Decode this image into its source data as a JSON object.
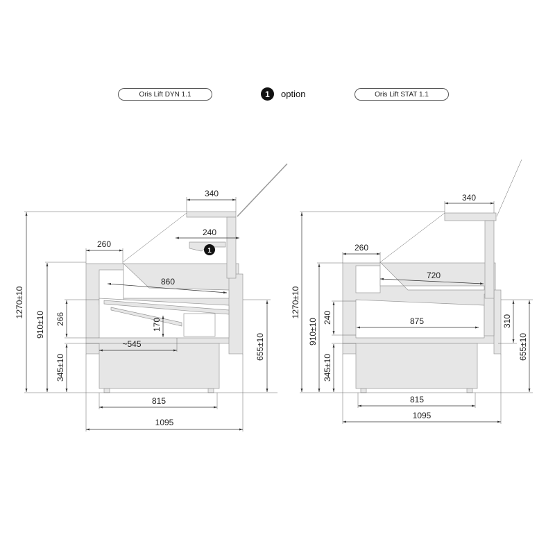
{
  "header": {
    "left_model": "Oris Lift DYN 1.1",
    "option_number": "1",
    "option_label": "option",
    "right_model": "Oris Lift STAT 1.1"
  },
  "left_drawing": {
    "dims": {
      "canopy_depth": "340",
      "shelf_depth": "240",
      "top_depth": "260",
      "glass_depth": "860",
      "total_height": "1270±10",
      "counter_height": "910±10",
      "well_depth": "266",
      "inner_height": "170",
      "base_height": "345±10",
      "well_length": "~545",
      "front_height": "655±10",
      "base_width": "815",
      "total_width": "1095"
    },
    "option_marker": "1"
  },
  "right_drawing": {
    "dims": {
      "canopy_depth": "340",
      "top_depth": "260",
      "glass_depth": "720",
      "total_height": "1270±10",
      "counter_height": "910±10",
      "well_depth": "240",
      "well_length": "875",
      "rear_height": "310",
      "base_height": "345±10",
      "front_height": "655±10",
      "base_width": "815",
      "total_width": "1095"
    }
  }
}
